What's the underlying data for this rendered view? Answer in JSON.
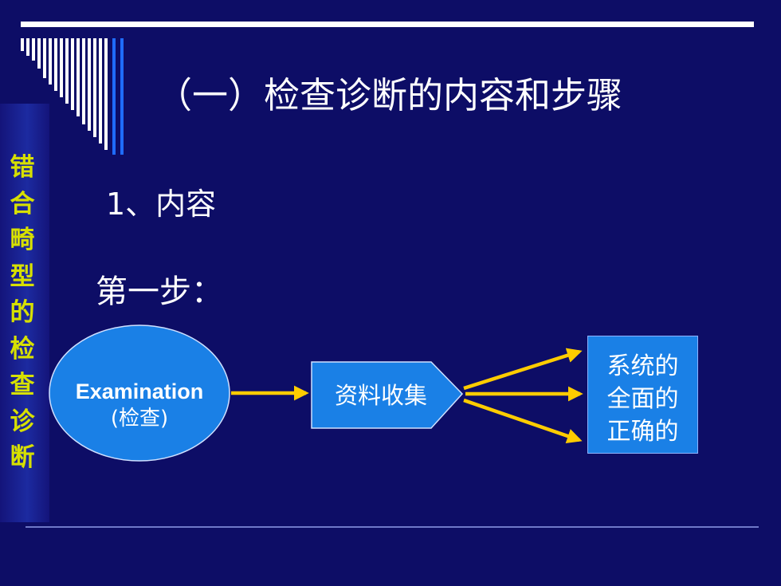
{
  "side_title": [
    "错",
    "合",
    "畸",
    "型",
    "的",
    "检",
    "查",
    "诊",
    "断"
  ],
  "heading": "（一）检查诊断的内容和步骤",
  "subheading": "1、内容",
  "step_label": "第一步：",
  "flow": {
    "examination_en": "Examination",
    "examination_cn": "(检查)",
    "collect": "资料收集",
    "results": [
      "系统的",
      "全面的",
      "正确的"
    ]
  },
  "colors": {
    "background": "#0d0d66",
    "shape_fill": "#1a80e6",
    "arrow": "#ffcc00",
    "side_text": "#d7e000"
  }
}
